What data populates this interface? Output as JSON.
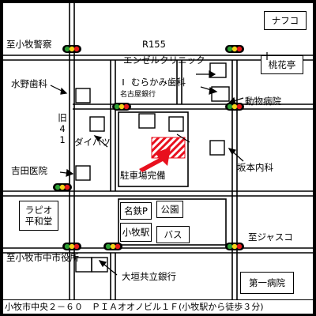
{
  "roads": {
    "route": "R155",
    "old_route": "旧41",
    "to_komaki_police": "至小牧警察",
    "to_komaki_city_hall": "至小牧市中市役所",
    "to_jusco": "至ジャスコ"
  },
  "places": {
    "nafuko": "ナフコ",
    "momohanatei": "桃花亭",
    "angel_clinic": "エンゼルクリニック",
    "mizuno_dental": "水野歯科",
    "murakami_dental": "むらかみ歯科",
    "nagoya_bank": "名古屋銀行",
    "animal_hospital": "動物病院",
    "daihatsu": "ダイハツ",
    "sakamoto_clinic": "坂本内科",
    "yoshida_clinic": "吉田医院",
    "parking_available": "駐車場完備",
    "rabio": "ラピオ",
    "heiwado": "平和堂",
    "meitetsu_p": "名鉄P",
    "park": "公園",
    "komaki_station": "小牧駅",
    "bus": "バス",
    "ogaki_bank": "大垣共立銀行",
    "daiichi_hospital": "第一病院"
  },
  "address": "小牧市中央２－６０　ＰＩＡオオノビル１Ｆ(小牧駅から徒歩３分)",
  "colors": {
    "destination_arrow": "#e8101e",
    "destination_stripe": "#e8101e",
    "road": "#000000",
    "signal_green": "#2e9e34",
    "signal_yellow": "#f2d21a",
    "signal_red": "#e41b1b"
  },
  "icons": {
    "traffic_signal": "traffic-light-icon",
    "direction_arrow": "arrow-icon",
    "destination": "destination-arrow-icon"
  }
}
